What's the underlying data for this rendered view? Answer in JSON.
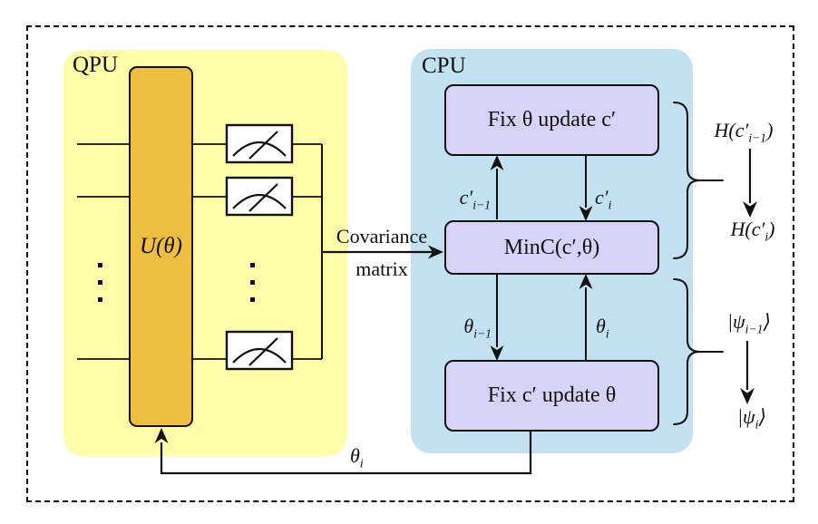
{
  "colors": {
    "qpu-bg": "#FCFCA9",
    "gate-fill": "#EDBE40",
    "cpu-bg": "#C4E1F1",
    "node-fill": "#D7D3F7",
    "ink": "#111111"
  },
  "qpu": {
    "label": "QPU",
    "gate_label": "U(θ)"
  },
  "cpu": {
    "label": "CPU",
    "fix_theta_box": "Fix θ update c′",
    "min_box": "MinC(c′,θ)",
    "fix_c_box": "Fix c′ update θ"
  },
  "covariance_label": {
    "line1": "Covariance",
    "line2": "matrix"
  },
  "flow_labels": {
    "c_prev": {
      "base": "c′",
      "sub": "i−1"
    },
    "c_cur": {
      "base": "c′",
      "sub": "i"
    },
    "theta_prev": {
      "base": "θ",
      "sub": "i−1"
    },
    "theta_cur": {
      "base": "θ",
      "sub": "i"
    },
    "feedback": {
      "base": "θ",
      "sub": "i"
    }
  },
  "annotations": {
    "h_prev": {
      "pre": "H(c′",
      "sub": "i−1",
      "post": ")"
    },
    "h_cur": {
      "pre": "H(c′",
      "sub": "i",
      "post": ")"
    },
    "psi_prev": {
      "pre": "|ψ",
      "sub": "i−1",
      "post": "⟩"
    },
    "psi_cur": {
      "pre": "|ψ",
      "sub": "i",
      "post": "⟩"
    }
  },
  "icons": {
    "meter": "measurement-gauge-icon"
  }
}
